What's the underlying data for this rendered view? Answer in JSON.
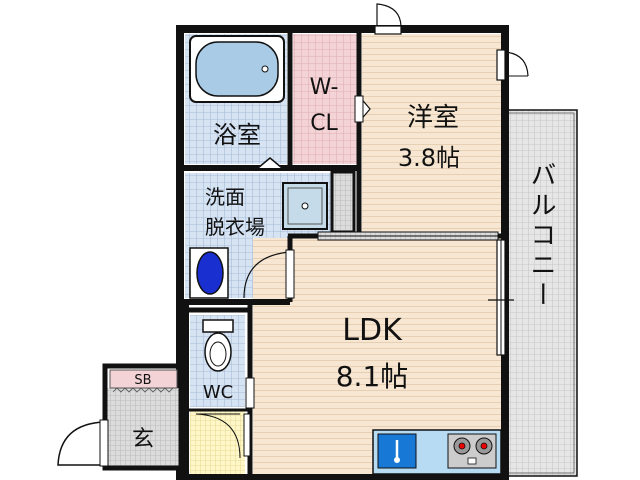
{
  "rooms": {
    "western_room": {
      "name": "洋室",
      "size": "3.8帖"
    },
    "walk_in_closet": {
      "line1": "W-",
      "line2": "CL"
    },
    "bathroom": {
      "name": "浴室"
    },
    "washroom": {
      "line1": "洗面",
      "line2": "脱衣場"
    },
    "ldk": {
      "name": "LDK",
      "size": "8.1帖"
    },
    "toilet": {
      "name": "WC"
    },
    "entrance": {
      "name": "玄"
    },
    "shoe_box": {
      "name": "SB"
    },
    "balcony": {
      "name": "バルコニー"
    }
  },
  "colors": {
    "wall": "#111111",
    "wood_floor": "#f7e7d2",
    "tile_floor": "#d6e3f3",
    "closet_floor": "#f3d3d6",
    "entrance_floor": "#dcdcdc",
    "storage_floor": "#fff7c8",
    "balcony_floor": "#e0e0e0",
    "kitchen_counter": "#b7dbf2",
    "sink_blue": "#1778d6",
    "basin_blue": "#1a2fd0"
  }
}
